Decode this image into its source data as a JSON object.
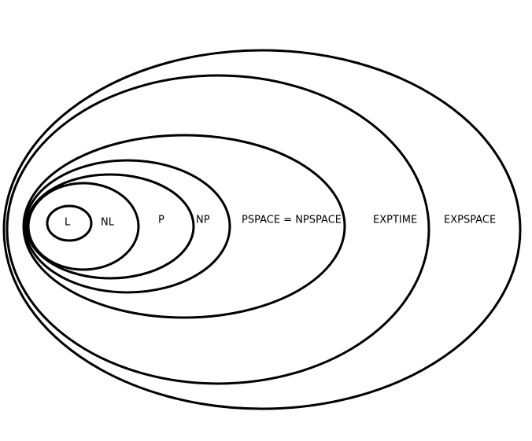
{
  "diagram": {
    "type": "nested complexity classes",
    "classes": [
      {
        "id": "expspace",
        "label": "EXPSPACE"
      },
      {
        "id": "exptime",
        "label": "EXPTIME"
      },
      {
        "id": "pspace",
        "label": "PSPACE = NPSPACE"
      },
      {
        "id": "np",
        "label": "NP"
      },
      {
        "id": "p",
        "label": "P"
      },
      {
        "id": "nl",
        "label": "NL"
      },
      {
        "id": "l",
        "label": "L"
      }
    ]
  },
  "colors": {
    "stroke": "#000000",
    "background": "#ffffff",
    "text": "#000000"
  }
}
